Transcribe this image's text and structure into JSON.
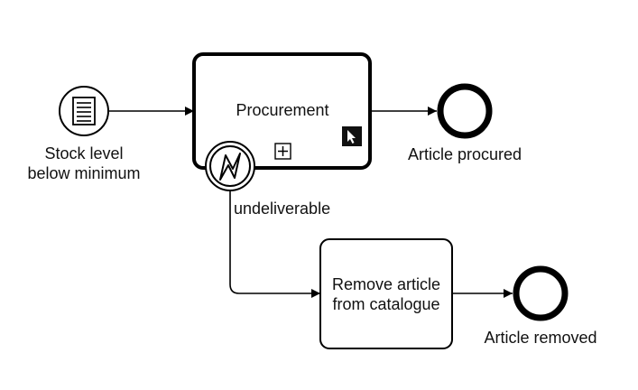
{
  "diagram": {
    "start_event": {
      "label_lines": [
        "Stock level",
        "below minimum"
      ],
      "icon": "conditional-document-icon"
    },
    "subprocess": {
      "label": "Procurement",
      "marker_icon": "expand-plus-icon",
      "overlay_icon": "cursor-arrow-icon"
    },
    "boundary_event": {
      "label": "undeliverable",
      "icon": "lightning-error-icon"
    },
    "end_event_procured": {
      "label": "Article procured"
    },
    "task_remove": {
      "label_lines": [
        "Remove article",
        "from catalogue"
      ]
    },
    "end_event_removed": {
      "label": "Article removed"
    }
  },
  "colors": {
    "stroke": "#000000",
    "text": "#111111",
    "background": "#ffffff"
  }
}
